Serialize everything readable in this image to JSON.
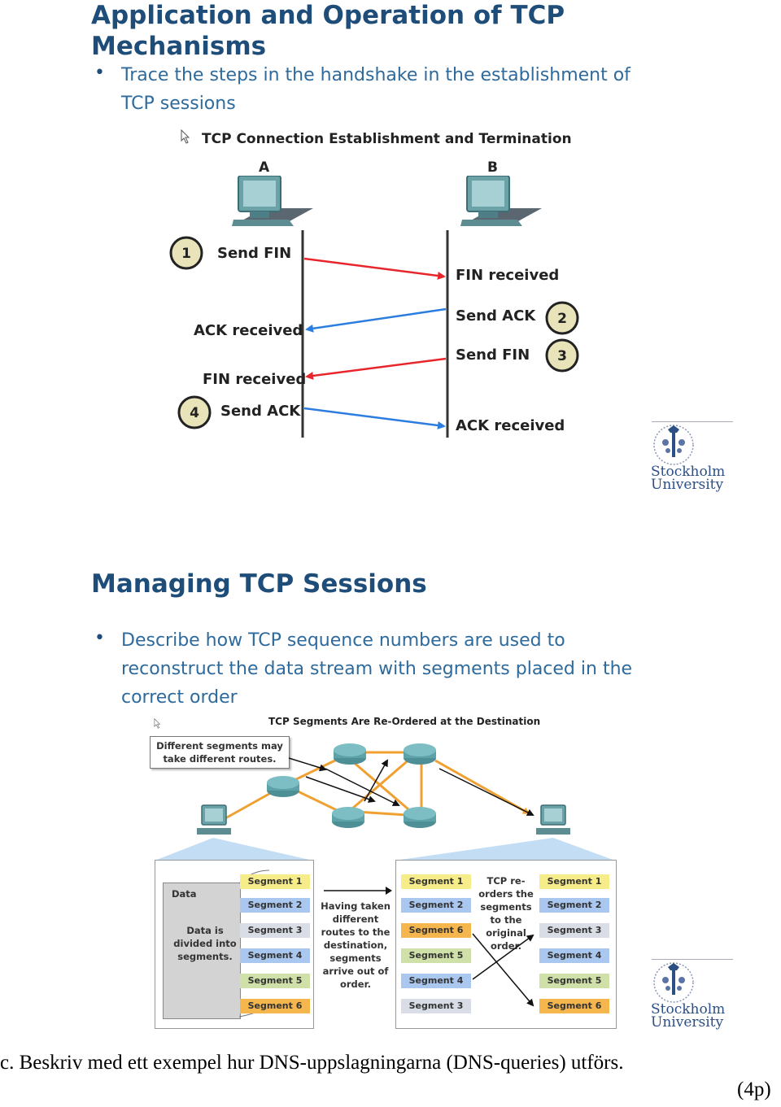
{
  "slide1": {
    "title_line1": "Application and Operation of TCP",
    "title_line2": "Mechanisms",
    "bullet_line1": "Trace the steps in the handshake  in the establishment  of",
    "bullet_line2": "TCP sessions",
    "diagram": {
      "title": "TCP Connection Establishment and Termination",
      "host_a": "A",
      "host_b": "B",
      "steps": [
        {
          "num": "1",
          "label": "Send FIN"
        },
        {
          "num": "2",
          "label": "Send ACK"
        },
        {
          "num": "3",
          "label": "Send FIN"
        },
        {
          "num": "4",
          "label": "Send ACK"
        }
      ],
      "b_fin_received": "FIN received",
      "a_ack_received": "ACK received",
      "a_fin_received": "FIN received",
      "b_ack_received": "ACK received"
    },
    "logo": {
      "line1": "Stockholm",
      "line2": "University"
    }
  },
  "slide2": {
    "title": "Managing  TCP  Sessions",
    "bullet_line1": "Describe  how  TCP  sequence numbers   are  used  to",
    "bullet_line2": "reconstruct the data stream  with segments  placed  in  the",
    "bullet_line3": "correct order",
    "diagram": {
      "title": "TCP Segments Are Re-Ordered at the Destination",
      "callout_line1": "Different segments may",
      "callout_line2": "take different routes.",
      "data_label": "Data",
      "divided_line1": "Data is",
      "divided_line2": "divided into",
      "divided_line3": "segments.",
      "routes_lines": [
        "Having taken",
        "different",
        "routes to the",
        "destination,",
        "segments",
        "arrive out of",
        "order."
      ],
      "reorder_lines": [
        "TCP re-",
        "orders the",
        "segments",
        "to the",
        "original",
        "order."
      ],
      "col1": [
        "Segment 1",
        "Segment 2",
        "Segment 3",
        "Segment 4",
        "Segment 5",
        "Segment 6"
      ],
      "col2": [
        "Segment 1",
        "Segment 2",
        "Segment 6",
        "Segment 5",
        "Segment 4",
        "Segment 3"
      ],
      "col3": [
        "Segment 1",
        "Segment 2",
        "Segment 3",
        "Segment 4",
        "Segment 5",
        "Segment 6"
      ]
    },
    "logo": {
      "line1": "Stockholm",
      "line2": "University"
    }
  },
  "footer": {
    "question": "c. Beskriv med ett exempel hur DNS-uppslagningarna (DNS-queries) utförs.",
    "points": "(4p)"
  }
}
